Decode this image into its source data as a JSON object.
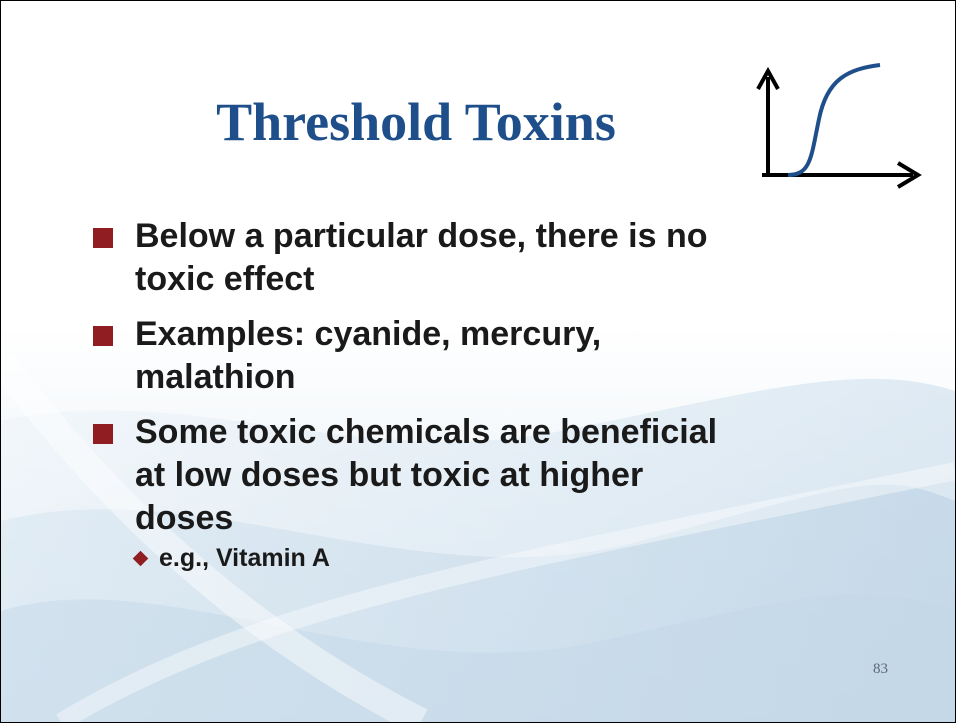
{
  "slide": {
    "title": "Threshold Toxins",
    "bullets": [
      {
        "text": "Below a particular dose, there is no toxic effect"
      },
      {
        "text": "Examples: cyanide, mercury, malathion"
      },
      {
        "text": "Some toxic chemicals are beneficial at low doses but toxic at higher doses",
        "sub": [
          "e.g., Vitamin A"
        ]
      }
    ],
    "page_number": "83"
  },
  "icons": {
    "graph": "threshold-curve-icon"
  },
  "colors": {
    "title": "#1f4f8a",
    "bullet_marker": "#8f1d22",
    "curve": "#1f4f8a",
    "text": "#1a1a1a"
  }
}
